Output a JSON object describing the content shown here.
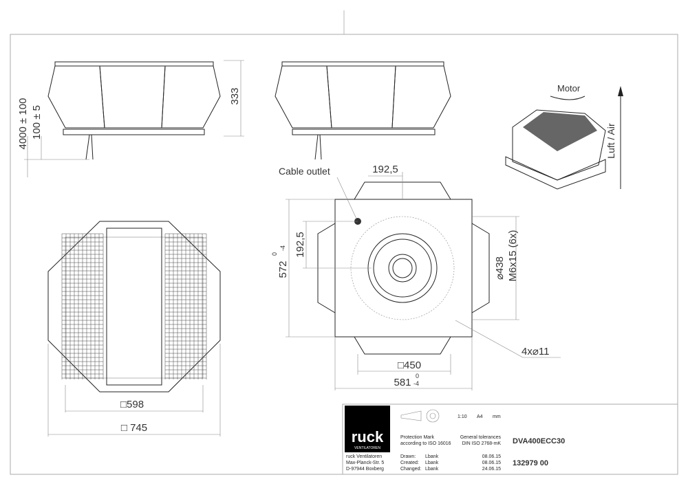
{
  "dimensions": {
    "height_333": "333",
    "cable_length": "4000 ± 100",
    "cable_offset": "100 ± 5",
    "motor": "Motor",
    "airflow": "Luft / Air",
    "cable_outlet": "Cable outlet",
    "offset_x": "192,5",
    "offset_y": "192,5",
    "width_572": "572",
    "tol_572_upper": "0",
    "tol_572_lower": "-4",
    "diameter_438": "⌀438",
    "thread": "M6x15 (6x)",
    "holes": "4x⌀11",
    "square_450": "□450",
    "width_581": "581",
    "tol_581_upper": "0",
    "tol_581_lower": "-4",
    "square_598": "□598",
    "square_745": "□ 745"
  },
  "title_block": {
    "logo": "ruck",
    "logo_sub": "VENTILATOREN",
    "scale": "1:10",
    "format": "A4",
    "unit": "mm",
    "protection_line1": "Protection Mark",
    "protection_line2": "according to ISO 16016",
    "tolerance_line1": "General tolerances",
    "tolerance_line2": "DIN ISO 2768-mK",
    "product": "DVA400ECC30",
    "article_no": "132979  00",
    "company": "ruck Ventilatoren",
    "street": "Max-Planck-Str. 5",
    "city": "D-97944 Boxberg",
    "drawn_label": "Drawn:",
    "created_label": "Created:",
    "changed_label": "Changed:",
    "drawn_by": "Lbank",
    "created_by": "Lbank",
    "changed_by": "Lbank",
    "drawn_date": "08.06.15",
    "created_date": "08.06.15",
    "changed_date": "24.06.15"
  }
}
